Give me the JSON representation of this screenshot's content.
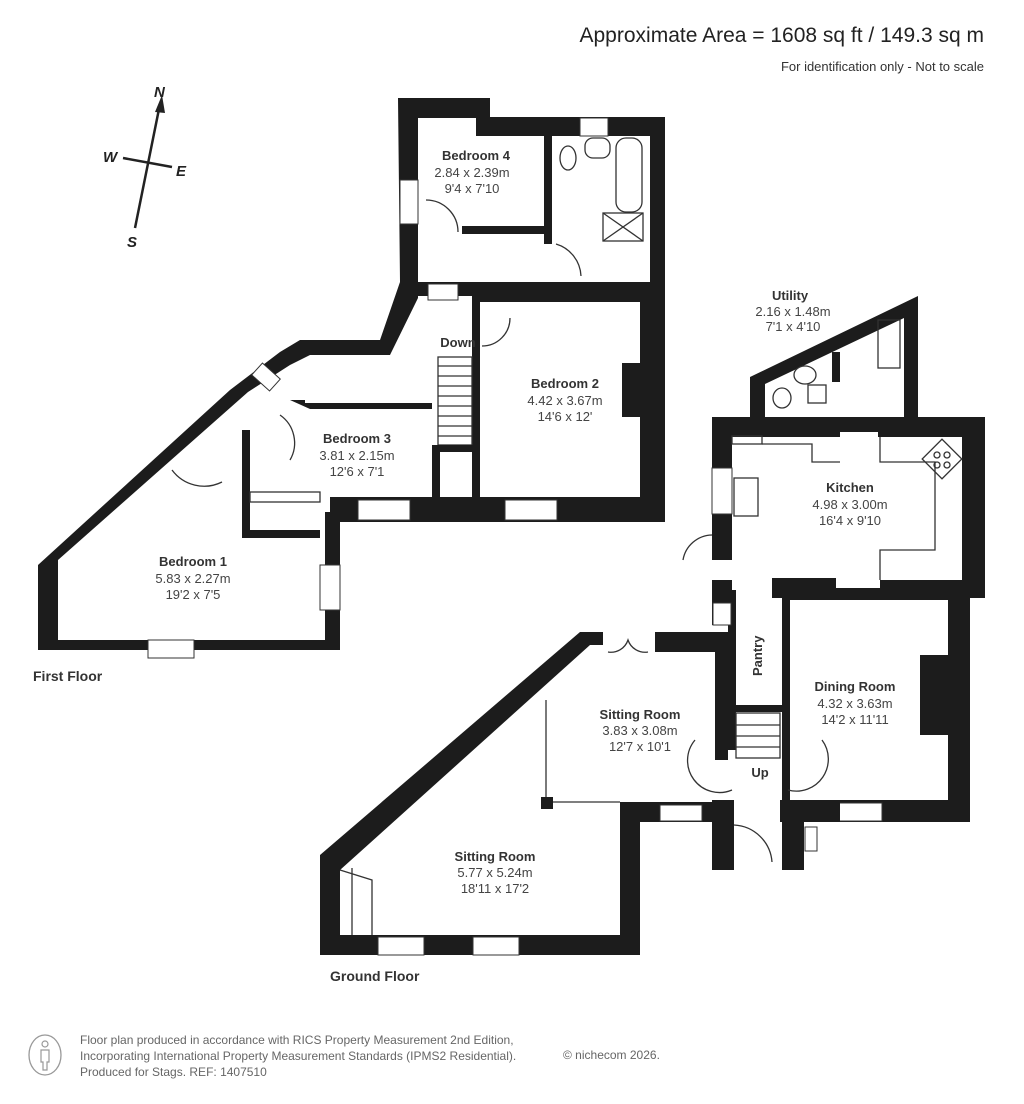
{
  "header": {
    "title": "Approximate Area = 1608 sq ft / 149.3 sq m",
    "subtitle": "For identification only - Not to scale"
  },
  "compass": {
    "icon": "compass-icon",
    "north": "N",
    "south": "S",
    "east": "E",
    "west": "W"
  },
  "floors": {
    "first_floor": {
      "label": "First Floor",
      "rooms": [
        {
          "name": "Bedroom 4",
          "metric": "2.84 x 2.39m",
          "imperial": "9'4 x 7'10"
        },
        {
          "name": "Bedroom 2",
          "metric": "4.42 x 3.67m",
          "imperial": "14'6 x 12'"
        },
        {
          "name": "Bedroom 3",
          "metric": "3.81 x 2.15m",
          "imperial": "12'6 x 7'1"
        },
        {
          "name": "Bedroom 1",
          "metric": "5.83 x 2.27m",
          "imperial": "19'2 x 7'5"
        }
      ],
      "stairs_label": "Down"
    },
    "ground_floor": {
      "label": "Ground Floor",
      "rooms": [
        {
          "name": "Utility",
          "metric": "2.16 x 1.48m",
          "imperial": "7'1 x 4'10"
        },
        {
          "name": "Kitchen",
          "metric": "4.98 x 3.00m",
          "imperial": "16'4 x 9'10"
        },
        {
          "name": "Pantry"
        },
        {
          "name": "Dining Room",
          "metric": "4.32 x 3.63m",
          "imperial": "14'2 x 11'11"
        },
        {
          "name": "Sitting Room",
          "metric": "3.83 x 3.08m",
          "imperial": "12'7 x 10'1"
        },
        {
          "name": "Sitting Room",
          "metric": "5.77 x 5.24m",
          "imperial": "18'11 x 17'2"
        }
      ],
      "stairs_label": "Up"
    }
  },
  "footer": {
    "icon": "person-icon",
    "line1": "Floor plan produced in accordance with RICS Property Measurement 2nd Edition,",
    "line2": "Incorporating International Property Measurement Standards (IPMS2 Residential).",
    "line3": "Produced for Stags.   REF: 1407510",
    "copyright": "© nichecom 2026."
  }
}
